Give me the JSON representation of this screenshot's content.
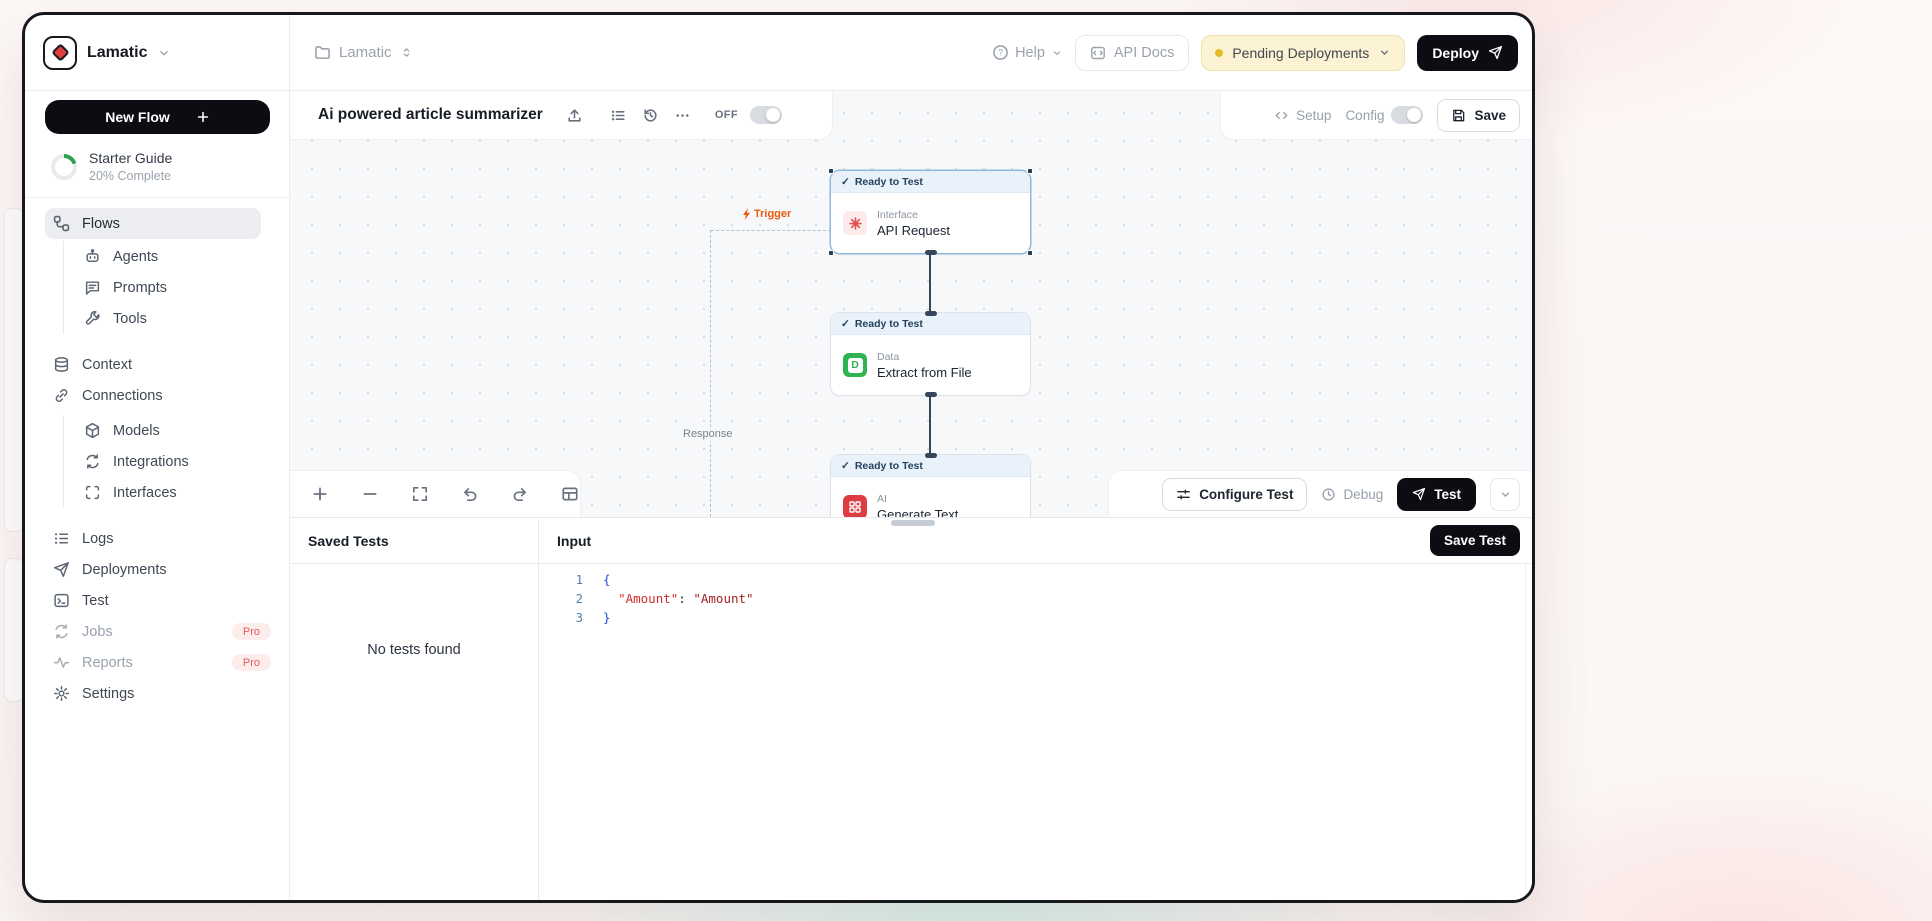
{
  "glyphs": {
    "check": "✓"
  },
  "topbar": {
    "brand": "Lamatic",
    "breadcrumb": "Lamatic",
    "help": "Help",
    "api_docs": "API Docs",
    "pending_deployments": "Pending Deployments",
    "deploy": "Deploy"
  },
  "sidebar": {
    "new_flow": "New Flow",
    "starter_guide": {
      "title": "Starter Guide",
      "subtitle": "20% Complete",
      "percent": 20
    },
    "items": [
      {
        "label": "Flows"
      },
      {
        "label": "Agents"
      },
      {
        "label": "Prompts"
      },
      {
        "label": "Tools"
      },
      {
        "label": "Context"
      },
      {
        "label": "Connections"
      },
      {
        "label": "Models"
      },
      {
        "label": "Integrations"
      },
      {
        "label": "Interfaces"
      },
      {
        "label": "Logs"
      },
      {
        "label": "Deployments"
      },
      {
        "label": "Test"
      },
      {
        "label": "Jobs",
        "badge": "Pro"
      },
      {
        "label": "Reports",
        "badge": "Pro"
      },
      {
        "label": "Settings"
      }
    ]
  },
  "flow_toolbar": {
    "title": "Ai powered article summarizer",
    "off": "OFF",
    "setup": "Setup",
    "config": "Config",
    "save": "Save"
  },
  "canvas": {
    "trigger": "Trigger",
    "response": "Response",
    "nodes": [
      {
        "status": "Ready to Test",
        "category": "Interface",
        "title": "API Request"
      },
      {
        "status": "Ready to Test",
        "category": "Data",
        "title": "Extract from File"
      },
      {
        "status": "Ready to Test",
        "category": "AI",
        "title": "Generate Text"
      }
    ],
    "configure_test": "Configure Test",
    "debug": "Debug",
    "test": "Test"
  },
  "test_panel": {
    "saved_tests_title": "Saved Tests",
    "empty_text": "No tests found",
    "input_title": "Input",
    "save_test": "Save Test",
    "code_lines": [
      {
        "num": "1",
        "tokens": [
          {
            "t": "{"
          }
        ]
      },
      {
        "num": "2",
        "tokens": [
          {
            "t": "  "
          },
          {
            "t": "\"Amount\""
          },
          {
            "t": ": "
          },
          {
            "t": "\"Amount\""
          }
        ]
      },
      {
        "num": "3",
        "tokens": [
          {
            "t": "}"
          }
        ]
      }
    ]
  },
  "colors": {
    "deploy_bg": "#0c0d12",
    "pending_bg": "#fbf3d4",
    "pending_dot": "#e3bc2a",
    "trigger_orange": "#e8590c",
    "ready_header_blue": "#e9f1fa",
    "node_data_green": "#2eb350",
    "node_ai_red": "#dc3d43",
    "interface_icon_red": "#e05252",
    "pro_badge_red": "#e25c5c",
    "code_brace_blue": "#1d4ed8",
    "code_key_red": "#cf2e2e",
    "code_value_red": "#9f1d1d"
  }
}
